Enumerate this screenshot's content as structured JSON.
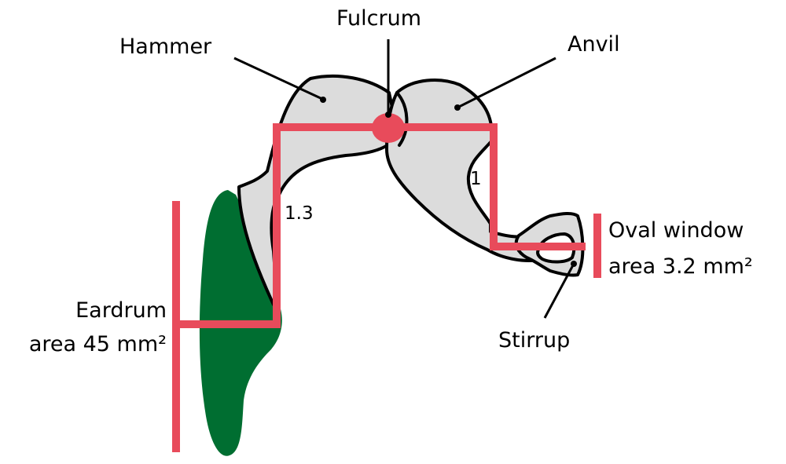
{
  "labels": {
    "hammer": "Hammer",
    "fulcrum": "Fulcrum",
    "anvil": "Anvil",
    "eardrum_line1": "Eardrum",
    "eardrum_line2": "area 45 mm²",
    "oval_window_line1": "Oval window",
    "oval_window_line2": "area 3.2 mm²",
    "stirrup": "Stirrup",
    "lever_arm_hammer": "1.3",
    "lever_arm_anvil": "1"
  },
  "colors": {
    "lever": "#e84b5b",
    "eardrum": "#006e31",
    "bone": "#dcdcdc",
    "outline": "#000000"
  }
}
